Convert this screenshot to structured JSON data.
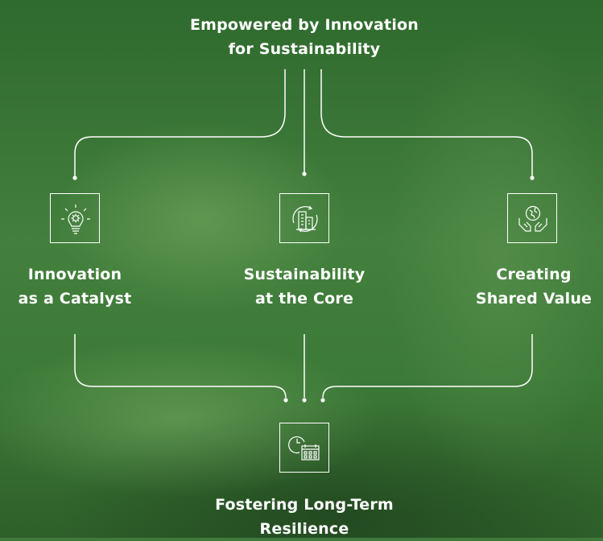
{
  "top": {
    "line1": "Empowered by Innovation",
    "line2": "for Sustainability"
  },
  "pillars": [
    {
      "line1": "Innovation",
      "line2": "as a Catalyst",
      "icon": "lightbulb-gear-icon"
    },
    {
      "line1": "Sustainability",
      "line2": "at the Core",
      "icon": "recycle-city-icon"
    },
    {
      "line1": "Creating",
      "line2": "Shared Value",
      "icon": "hands-globe-icon"
    }
  ],
  "bottom": {
    "line1": "Fostering Long-Term",
    "line2": "Resilience",
    "icon": "clock-calendar-icon"
  },
  "colors": {
    "line": "#ffffff",
    "text": "#ffffff",
    "background": "#3f7a3a"
  }
}
